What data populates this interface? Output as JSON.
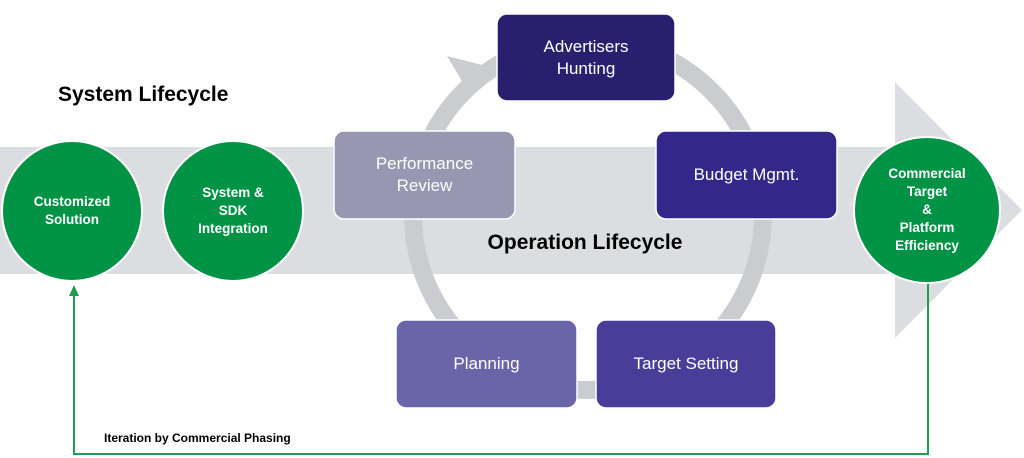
{
  "system_title": "System Lifecycle",
  "operation_title": "Operation Lifecycle",
  "iteration_label": "Iteration by Commercial Phasing",
  "circles": [
    {
      "id": "customized",
      "label": "Customized\nSolution"
    },
    {
      "id": "sdk",
      "label": "System &\nSDK\nIntegration"
    },
    {
      "id": "commercial",
      "label": "Commercial\nTarget\n&\nPlatform\nEfficiency"
    }
  ],
  "steps": [
    {
      "id": "advertisers",
      "label": "Advertisers\nHunting",
      "color": "#2a1f6e"
    },
    {
      "id": "budget",
      "label": "Budget Mgmt.",
      "color": "#33288a"
    },
    {
      "id": "target",
      "label": "Target Setting",
      "color": "#483e9a"
    },
    {
      "id": "planning",
      "label": "Planning",
      "color": "#6a64a8"
    },
    {
      "id": "performance",
      "label": "Performance\nReview",
      "color": "#9896b0"
    }
  ],
  "colors": {
    "green": "#009245",
    "band": "#dcdde0",
    "ring": "#cbccd0",
    "arrow_line": "#1e9e52"
  }
}
